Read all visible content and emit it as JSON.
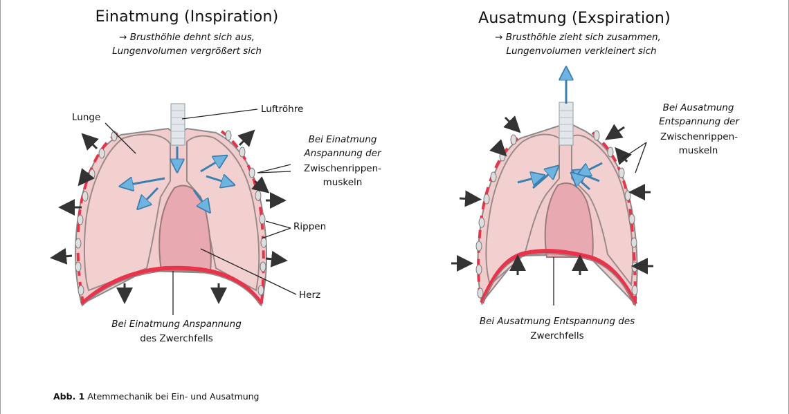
{
  "left": {
    "title": "Einatmung (Inspiration)",
    "subtitle_line1": "→ Brusthöhle dehnt sich aus,",
    "subtitle_line2": "Lungenvolumen vergrößert sich",
    "labels": {
      "lunge": "Lunge",
      "luftroehre": "Luftröhre",
      "muscle_line1": "Bei Einatmung",
      "muscle_line2": "Anspannung der",
      "muscle_line3": "Zwischenrippen-",
      "muscle_line4": "muskeln",
      "rippen": "Rippen",
      "herz": "Herz",
      "diaphragm_line1": "Bei Einatmung Anspannung",
      "diaphragm_line2": "des Zwerchfells"
    }
  },
  "right": {
    "title": "Ausatmung (Exspiration)",
    "subtitle_line1": "→ Brusthöhle zieht sich zusammen,",
    "subtitle_line2": "Lungenvolumen verkleinert sich",
    "labels": {
      "muscle_line1": "Bei Ausatmung",
      "muscle_line2": "Entspannung der",
      "muscle_line3": "Zwischenrippen-",
      "muscle_line4": "muskeln",
      "diaphragm_line1": "Bei Ausatmung Entspannung des",
      "diaphragm_line2": "Zwerchfells"
    }
  },
  "caption": {
    "prefix": "Abb. 1",
    "text": "Atemmechanik bei Ein- und Ausatmung"
  },
  "colors": {
    "lung_fill": "#f2cccc",
    "heart_fill": "#e9a9b0",
    "muscle_red": "#e8334a",
    "airflow_blue": "#6fb3e0",
    "rib_gray": "#d9d9d9",
    "arrow_dark": "#333333"
  }
}
